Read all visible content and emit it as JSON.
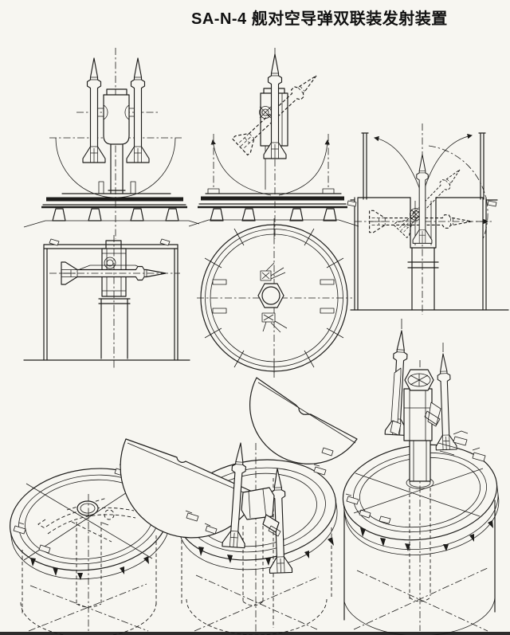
{
  "title": "SA-N-4  舰对空导弹双联装发射装置",
  "colors": {
    "ink": "#1e1d1b",
    "paper": "#f7f6f1",
    "scan_bar": "#161616"
  },
  "figure": {
    "kind": "scanned-technical-line-drawing",
    "views": [
      "front-elevation-raised",
      "side-elevation-raised",
      "section-hatch-open-stowing",
      "side-section-stowed",
      "plan-view-cover",
      "perspective-stowed-closed",
      "perspective-hatch-opening",
      "perspective-raised"
    ]
  }
}
